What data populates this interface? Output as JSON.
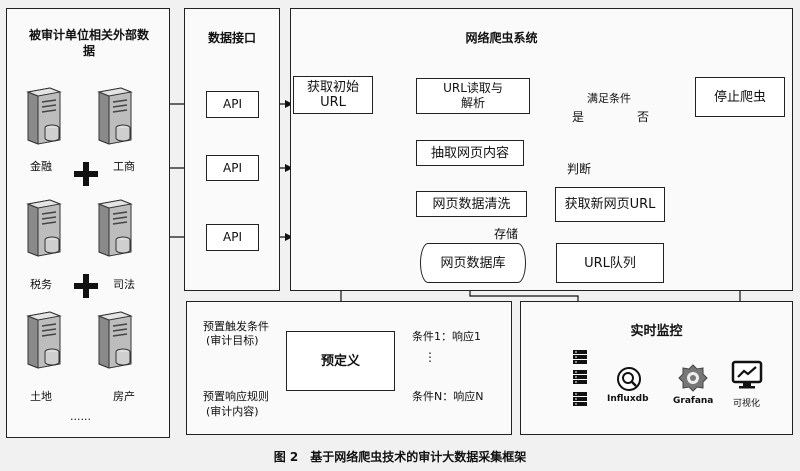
{
  "panels": {
    "units_title": "被审计单位相关外部数据",
    "interface_title": "数据接口",
    "crawler_title": "网络爬虫系统",
    "monitor_title": "实时监控"
  },
  "sources": [
    "金融",
    "工商",
    "税务",
    "司法",
    "土地",
    "房产"
  ],
  "sources_more": "......",
  "api_label": "API",
  "crawler": {
    "get_url": "获取初始URL",
    "url_read": "URL读取与解析",
    "condition": "满足条件",
    "yes": "是",
    "no": "否",
    "stop": "停止爬虫",
    "extract": "抽取网页内容",
    "judge": "判断",
    "clean": "网页数据清洗",
    "new_url": "获取新网页URL",
    "store": "存储",
    "db": "网页数据库",
    "queue": "URL队列"
  },
  "rules": {
    "trigger": "预置触发条件",
    "trigger_sub": "(审计目标)",
    "response": "预置响应规则",
    "response_sub": "(审计内容)",
    "define": "预定义",
    "cond1": "条件1：响应1",
    "condN": "条件N：响应N",
    "dots": "⋮"
  },
  "monitor": {
    "influx": "Influxdb",
    "grafana": "Grafana",
    "viz": "可视化"
  },
  "caption": "图 2　基于网络爬虫技术的审计大数据采集框架",
  "icons": [
    "server-icon",
    "plus-icon",
    "database-stack-icon",
    "influxdb-icon",
    "grafana-icon",
    "visualization-monitor-icon"
  ]
}
